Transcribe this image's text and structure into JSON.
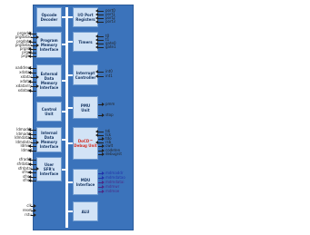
{
  "blocks": {
    "opcode_decoder": "Opcode\nDecoder",
    "program_memory_interface": "Program\nMemory\nInterface",
    "external_data_memory_interface": "External\nData\nMemory\nInterface",
    "control_unit": "Control\nUnit",
    "internal_data_memory_interface": "Internal\nData\nMemory\nInterface",
    "user_sfr_interface": "User\nSFR's\nInterface",
    "io_port_registers": "I/O Port\nRegisters",
    "timers": "Timers",
    "interrupt_controller": "Interrupt\nController",
    "pmu_unit": "PMU\nUnit",
    "debug_unit": "DoCD™\nDebug Unit",
    "mdu_interface": "MDU\nInterface",
    "alu": "ALU"
  },
  "signals": {
    "prog_left": [
      "prgaddr",
      "prgdatao",
      "prgdatai",
      "prgdatao",
      "prgrdy",
      "prgrd",
      "prgwr"
    ],
    "ext_left": [
      "xaddress",
      "xdatao",
      "xdatai",
      "xdatar",
      "xdatarily",
      "xdataro"
    ],
    "int_left": [
      "ldmaddr",
      "ldmaddr",
      "ldmdatao",
      "ldmdatai",
      "ldmwr",
      "ldmrd"
    ],
    "sfr_left": [
      "sfraddr",
      "sfrdatao",
      "sfrdatai",
      "sfrwe",
      "sfroe",
      "sfroe"
    ],
    "clock_left": [
      "clk",
      "reset",
      "rstu"
    ],
    "port_right": [
      "port0",
      "port1",
      "port2",
      "port3"
    ],
    "timer_right": [
      "t0",
      "t1",
      "gate0",
      "gate1"
    ],
    "int_right": [
      "int0",
      "int1"
    ],
    "pmu_right": [
      "pmm",
      "stop"
    ],
    "debug_right": [
      "tdi",
      "tck",
      "tdo",
      "rsb",
      "cwlt",
      "codeten",
      "debugrst"
    ],
    "mdu_right": [
      "mdmaddr",
      "mdmdatao",
      "mdmdatai",
      "mdmwr",
      "mdmoe"
    ]
  }
}
